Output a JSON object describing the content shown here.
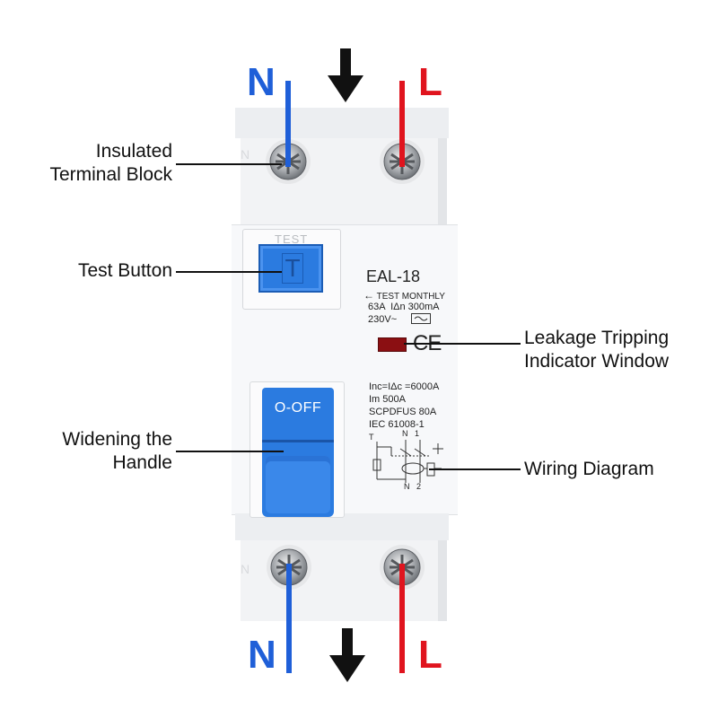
{
  "wires": {
    "top_neutral_letter": "N",
    "top_live_letter": "L",
    "bottom_neutral_letter": "N",
    "bottom_live_letter": "L",
    "neutral_color": "#1f5fd8",
    "live_color": "#e0141e"
  },
  "breaker": {
    "model": "EAL-18",
    "test_monthly": "TEST MONTHLY",
    "rating_line": "63A  IΔn 300mA",
    "voltage": "230V~",
    "specs": [
      "Inc=IΔc =6000A",
      "Im 500A",
      "SCPDFUS 80A",
      "IEC 61008-1"
    ],
    "test_button_label": "TEST",
    "test_button_letter": "T",
    "handle_label": "O-OFF",
    "terminal_mark": "N",
    "ce_mark": "CE",
    "diagram_labels": [
      "T",
      "N",
      "1",
      "N",
      "2"
    ],
    "button_color": "#2b7be0",
    "indicator_color": "#8b0f12"
  },
  "callouts": {
    "terminal_block": [
      "Insulated",
      "Terminal Block"
    ],
    "test_button": "Test Button",
    "handle": [
      "Widening the",
      "Handle"
    ],
    "leakage_window": [
      "Leakage Tripping",
      "Indicator Window"
    ],
    "wiring_diagram": "Wiring Diagram"
  }
}
